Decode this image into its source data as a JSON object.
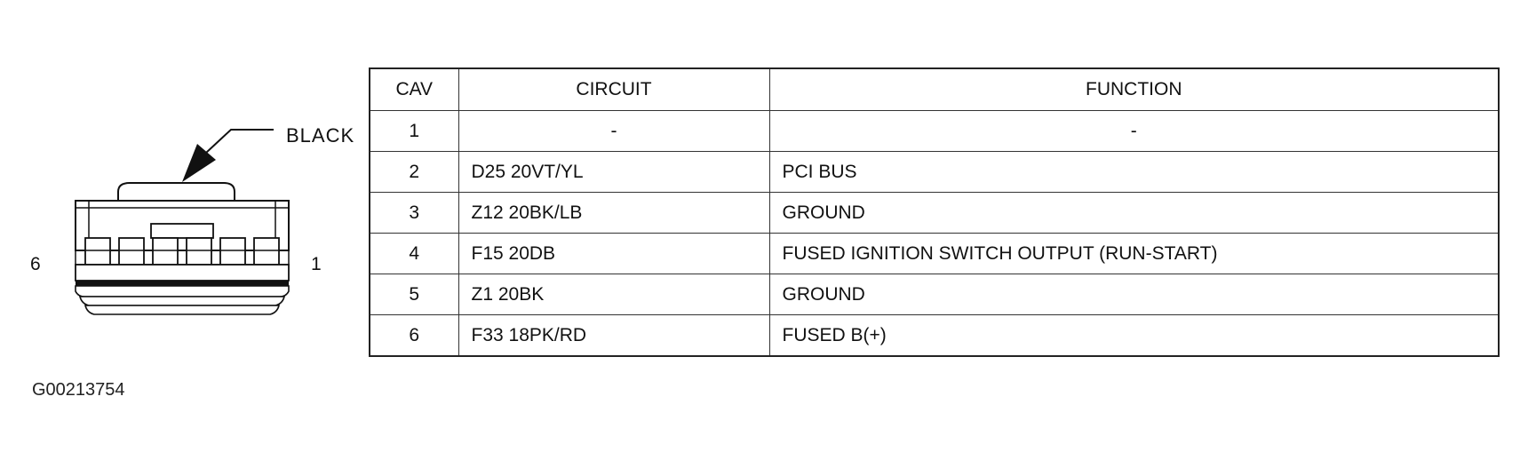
{
  "connector": {
    "color_label": "BLACK",
    "pin_left": "6",
    "pin_right": "1"
  },
  "figure_id": "G00213754",
  "table": {
    "headers": [
      "CAV",
      "CIRCUIT",
      "FUNCTION"
    ],
    "rows": [
      {
        "cav": "1",
        "circuit": "-",
        "function": "-"
      },
      {
        "cav": "2",
        "circuit": "D25 20VT/YL",
        "function": "PCI BUS"
      },
      {
        "cav": "3",
        "circuit": "Z12 20BK/LB",
        "function": "GROUND"
      },
      {
        "cav": "4",
        "circuit": "F15 20DB",
        "function": "FUSED IGNITION SWITCH OUTPUT (RUN-START)"
      },
      {
        "cav": "5",
        "circuit": "Z1 20BK",
        "function": "GROUND"
      },
      {
        "cav": "6",
        "circuit": "F33 18PK/RD",
        "function": "FUSED B(+)"
      }
    ]
  }
}
